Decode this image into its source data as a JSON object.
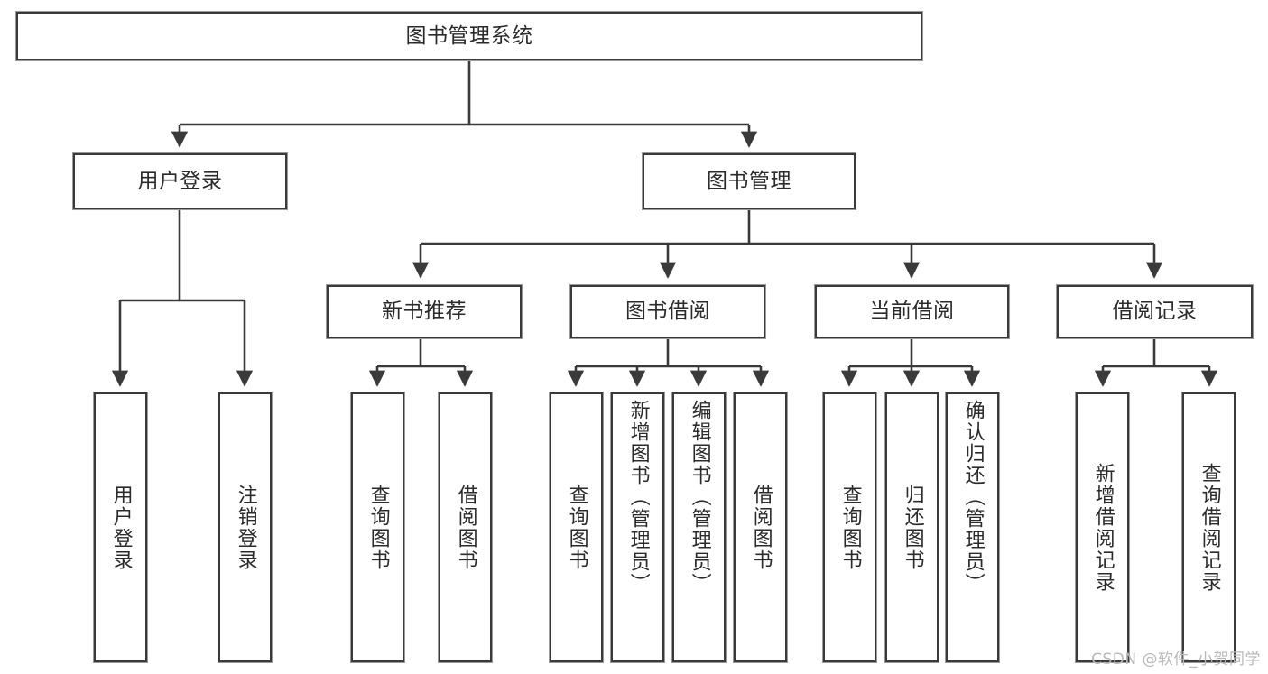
{
  "diagram": {
    "title": "图书管理系统",
    "watermark": "CSDN @软件_小贺同学",
    "colors": {
      "stroke": "#3a3a3a",
      "box_fill": "#ffffff",
      "text": "#2b2b2b",
      "watermark": "#b9b9b9",
      "background": "#ffffff"
    },
    "nodes": {
      "root": {
        "label": "图书管理系统"
      },
      "level2": [
        {
          "id": "user-login",
          "label": "用户登录"
        },
        {
          "id": "book-management",
          "label": "图书管理"
        }
      ],
      "level3": [
        {
          "id": "new-book-recommend",
          "label": "新书推荐"
        },
        {
          "id": "book-borrow",
          "label": "图书借阅"
        },
        {
          "id": "current-borrow",
          "label": "当前借阅"
        },
        {
          "id": "borrow-record",
          "label": "借阅记录"
        }
      ],
      "leaves": {
        "user_login": [
          {
            "id": "leaf-user-login",
            "label": "用户登录"
          },
          {
            "id": "leaf-logout-login",
            "label": "注销登录"
          }
        ],
        "new_book_recommend": [
          {
            "id": "leaf-query-book-1",
            "label": "查询图书"
          },
          {
            "id": "leaf-borrow-book-1",
            "label": "借阅图书"
          }
        ],
        "book_borrow": [
          {
            "id": "leaf-query-book-2",
            "label": "查询图书"
          },
          {
            "id": "leaf-add-book",
            "label": "新增图书（管理员）"
          },
          {
            "id": "leaf-edit-book",
            "label": "编辑图书（管理员）"
          },
          {
            "id": "leaf-borrow-book-2",
            "label": "借阅图书"
          }
        ],
        "current_borrow": [
          {
            "id": "leaf-query-book-3",
            "label": "查询图书"
          },
          {
            "id": "leaf-return-book",
            "label": "归还图书"
          },
          {
            "id": "leaf-confirm-return",
            "label": "确认归还（管理员）"
          }
        ],
        "borrow_record": [
          {
            "id": "leaf-add-record",
            "label": "新增借阅记录"
          },
          {
            "id": "leaf-query-record",
            "label": "查询借阅记录"
          }
        ]
      }
    }
  }
}
